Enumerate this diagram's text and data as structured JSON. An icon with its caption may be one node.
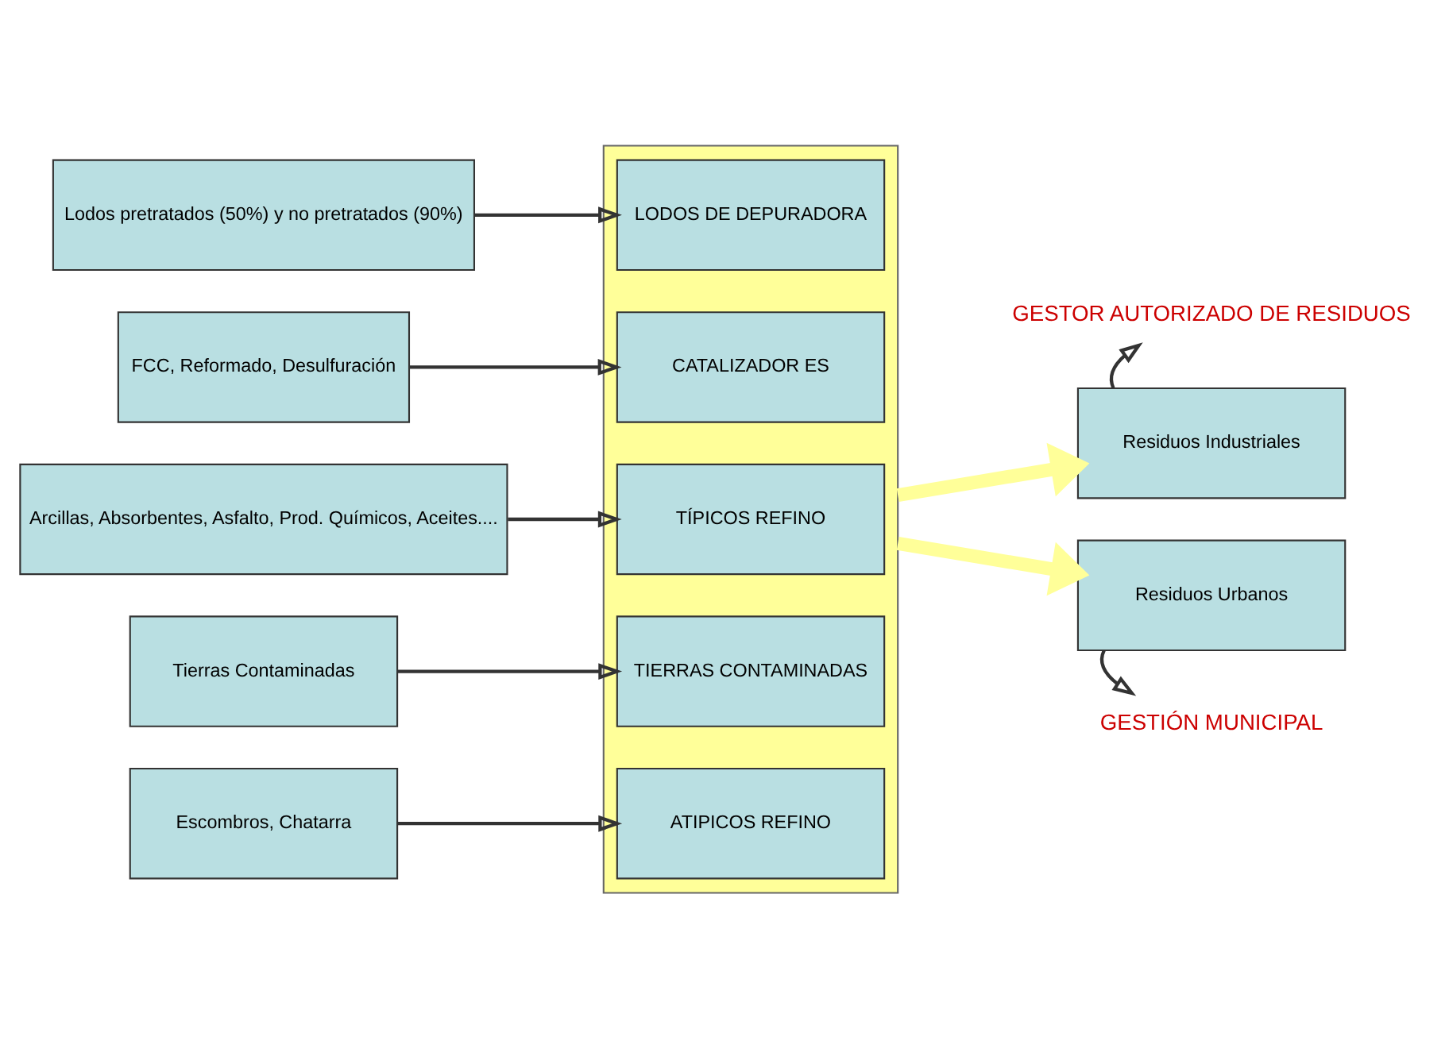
{
  "diagram": {
    "nodes": [
      {
        "text": [],
        "shape": "box"
      },
      {
        "text": [
          "Lodos pretratados (50%) y no pretratados (90%)"
        ]
      },
      {
        "text": [
          "FCC, Reformado, Desulfuración"
        ]
      },
      {
        "text": [
          "Arcillas, Absorbentes, Asfalto, Prod. Químicos, Aceites...."
        ]
      },
      {
        "text": [
          "Tierras Contaminadas"
        ]
      },
      {
        "text": [
          "Escombros, Chatarra"
        ]
      },
      {
        "text": [
          "LODOS DE DEPURADORA"
        ],
        "in": 0
      },
      {
        "text": [
          "CATALIZADOR ES"
        ],
        "in": 0
      },
      {
        "text": [
          "TÍPICOS REFINO"
        ],
        "in": 0
      },
      {
        "text": [
          "TIERRAS CONTAMINADAS"
        ],
        "in": 0
      },
      {
        "text": [
          "ATIPICOS REFINO"
        ],
        "in": 0
      },
      {
        "text": [
          "GESTOR AUTORIZADO DE RESIDUOS"
        ]
      },
      {
        "text": [
          "Residuos Industriales"
        ]
      },
      {
        "text": [
          "Residuos Urbanos"
        ]
      },
      {
        "text": [
          "GESTIÓN MUNICIPAL"
        ]
      }
    ],
    "edges": [
      {
        "from": 1,
        "to": 6,
        "arrow": "to"
      },
      {
        "from": 2,
        "to": 7,
        "arrow": "to"
      },
      {
        "from": 3,
        "to": 8,
        "arrow": "to"
      },
      {
        "from": 4,
        "to": 9,
        "arrow": "to"
      },
      {
        "from": 5,
        "to": 10,
        "arrow": "to"
      },
      {
        "from": 0,
        "to": 12,
        "arrow": "to",
        "style": "thick",
        "color": "#ffff99"
      },
      {
        "from": 0,
        "to": 13,
        "arrow": "to",
        "style": "thick",
        "color": "#ffff99"
      },
      {
        "from": 12,
        "to": 11,
        "arrow": "to"
      },
      {
        "from": 13,
        "to": 14,
        "arrow": "to"
      }
    ]
  }
}
